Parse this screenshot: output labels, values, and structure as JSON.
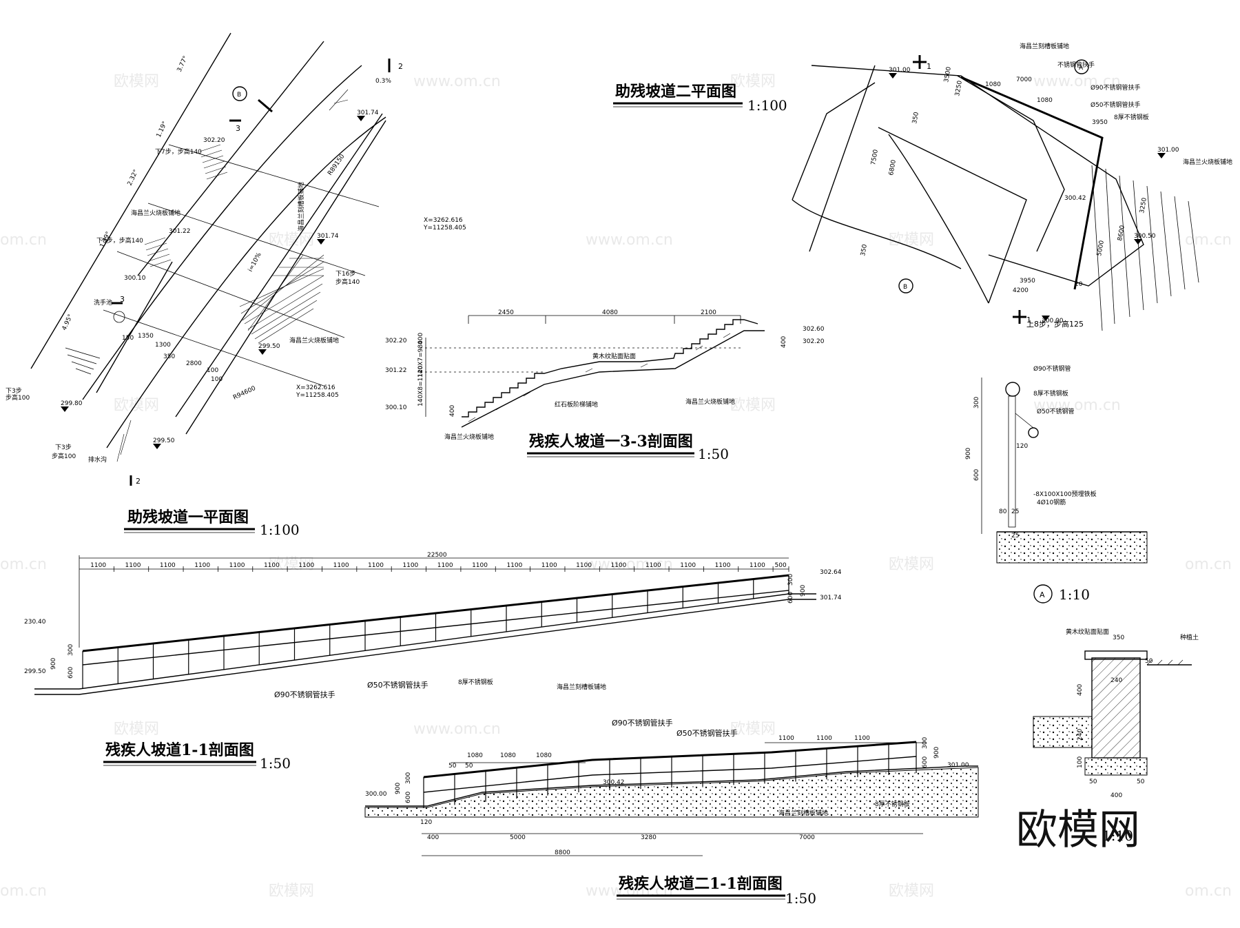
{
  "titles": {
    "plan1": "助残坡道一平面图",
    "plan1_scale": "1:100",
    "plan2": "助残坡道二平面图",
    "plan2_scale": "1:100",
    "sec33": "残疾人坡道一3-3剖面图",
    "sec33_scale": "1:50",
    "sec11": "残疾人坡道1-1剖面图",
    "sec11_scale": "1:50",
    "sec2": "残疾人坡道二1-1剖面图",
    "sec2_scale": "1:50",
    "detailA_scale": "1:10",
    "detailB_scale": "1:10"
  },
  "markers": {
    "A": "A",
    "B": "B"
  },
  "plan1": {
    "cut2": "2",
    "cut3": "3",
    "slope": "0.3%",
    "e1": "302.20",
    "e2": "301.22",
    "e3": "300.10",
    "e4": "299.80",
    "e5": "299.50",
    "e6": "301.74",
    "e7": "301.74",
    "e8": "299.50",
    "step7": "下7步，步高140",
    "step8": "下8步，步高140",
    "step16": "下16步",
    "step16b": "步高140",
    "step3a": "下3步",
    "step3a2": "步高100",
    "step3b": "下3步",
    "step3b2": "步高100",
    "mat1": "海昌兰火烧板铺地",
    "mat2": "海昌兰刻槽板铺地",
    "mat3": "海昌兰火烧板铺地",
    "xy1": "X=3262.616",
    "xy1b": "Y=11258.405",
    "xy2": "X=3262.616",
    "xy2b": "Y=11258.405",
    "r1": "R89150",
    "r2": "R94600",
    "slope2": "i=10%",
    "d1": "1350",
    "d2": "1300",
    "d3": "2800",
    "d4": "350",
    "d5": "100",
    "d6": "100",
    "d7": "150",
    "ang1": "3.77°",
    "ang2": "1.19°",
    "ang3": "2.32°",
    "ang4": "1.39°",
    "ang5": "4.95°",
    "pool": "洗手池",
    "drain": "排水沟"
  },
  "sec33": {
    "d1": "2450",
    "d2": "4080",
    "d3": "2100",
    "e1": "302.20",
    "e2": "301.22",
    "e3": "300.10",
    "e4": "302.60",
    "e5": "302.20",
    "v1": "400",
    "v2": "140X7=980",
    "v3": "140X8=1120",
    "v4": "400",
    "v5": "400",
    "m1": "黄木纹贴面贴面",
    "m2": "红石板阶梯铺地",
    "m3": "海昌兰火烧板铺地",
    "m4": "海昌兰火烧板铺地"
  },
  "sec11": {
    "total": "22500",
    "segs": [
      "1100",
      "1100",
      "1100",
      "1100",
      "1100",
      "1100",
      "1100",
      "1100",
      "1100",
      "1100",
      "1100",
      "1100",
      "1100",
      "1100",
      "1100",
      "1100",
      "1100",
      "1100",
      "1100",
      "1100",
      "500"
    ],
    "e1": "302.64",
    "e2": "301.74",
    "e3": "230.40",
    "e4": "299.50",
    "v1": "300",
    "v2": "600",
    "v3": "900",
    "v4": "300",
    "v5": "600",
    "v6": "900",
    "l1": "Ø90不锈钢管扶手",
    "l2": "Ø50不锈钢管扶手",
    "l3": "8厚不锈钢板",
    "l4": "海昌兰刻槽板铺地"
  },
  "plan2": {
    "l1": "海昌兰刻槽板铺地",
    "l2": "不锈钢管扶手",
    "l3": "Ø90不锈钢管扶手",
    "l4": "Ø50不锈钢管扶手",
    "l5": "8厚不锈钢板",
    "l6": "海昌兰火烧板铺地",
    "e1": "301.00",
    "e2": "301.00",
    "e3": "300.42",
    "e4": "300.50",
    "e5": "300.00",
    "d1": "3500",
    "d2": "3250",
    "d3": "7000",
    "d4": "1080",
    "d5": "1080",
    "d6": "3950",
    "d7": "3250",
    "d8": "7500",
    "d9": "6800",
    "d10": "8600",
    "d11": "5000",
    "d12": "3950",
    "d13": "4200",
    "d14": "350",
    "d15": "350",
    "d16": "20",
    "steps": "上8步，步高125",
    "cut1": "1",
    "cut2": "1"
  },
  "detailA": {
    "l1": "Ø90不锈钢管",
    "l2": "8厚不锈钢板",
    "l3": "Ø50不锈钢管",
    "l4": "-8X100X100预埋铁板",
    "l5": "4Ø10钢筋",
    "v1": "300",
    "v2": "600",
    "v3": "900",
    "h1": "80",
    "h2": "25",
    "h3": "25",
    "h4": "120"
  },
  "detailB": {
    "l1": "黄木纹贴面贴面",
    "l2": "种植土",
    "d1": "350",
    "d2": "240",
    "d3": "400",
    "d4": "240",
    "d5": "100",
    "d6": "50",
    "d7": "50",
    "d8": "400",
    "d9": "50"
  },
  "sec2": {
    "l1": "Ø90不锈钢管扶手",
    "l2": "Ø50不锈钢管扶手",
    "l3": "海昌兰刻槽板铺地",
    "l4": "8厚不锈钢板",
    "h1": "1080",
    "h2": "1080",
    "h3": "1080",
    "h4": "1100",
    "h5": "1100",
    "h6": "1100",
    "e1": "300.00",
    "e2": "300.42",
    "e3": "301.00",
    "d1": "400",
    "d2": "5000",
    "d3": "3280",
    "d4": "7000",
    "d5": "8800",
    "d6": "120",
    "d7": "50",
    "d8": "50",
    "v1": "300",
    "v2": "600",
    "v3": "900",
    "v4": "300",
    "v5": "600",
    "v6": "900"
  },
  "watermark": {
    "cn": "欧模网",
    "url": "www.om.cn",
    "url2": "om.cn",
    "logo": "欧模网"
  }
}
